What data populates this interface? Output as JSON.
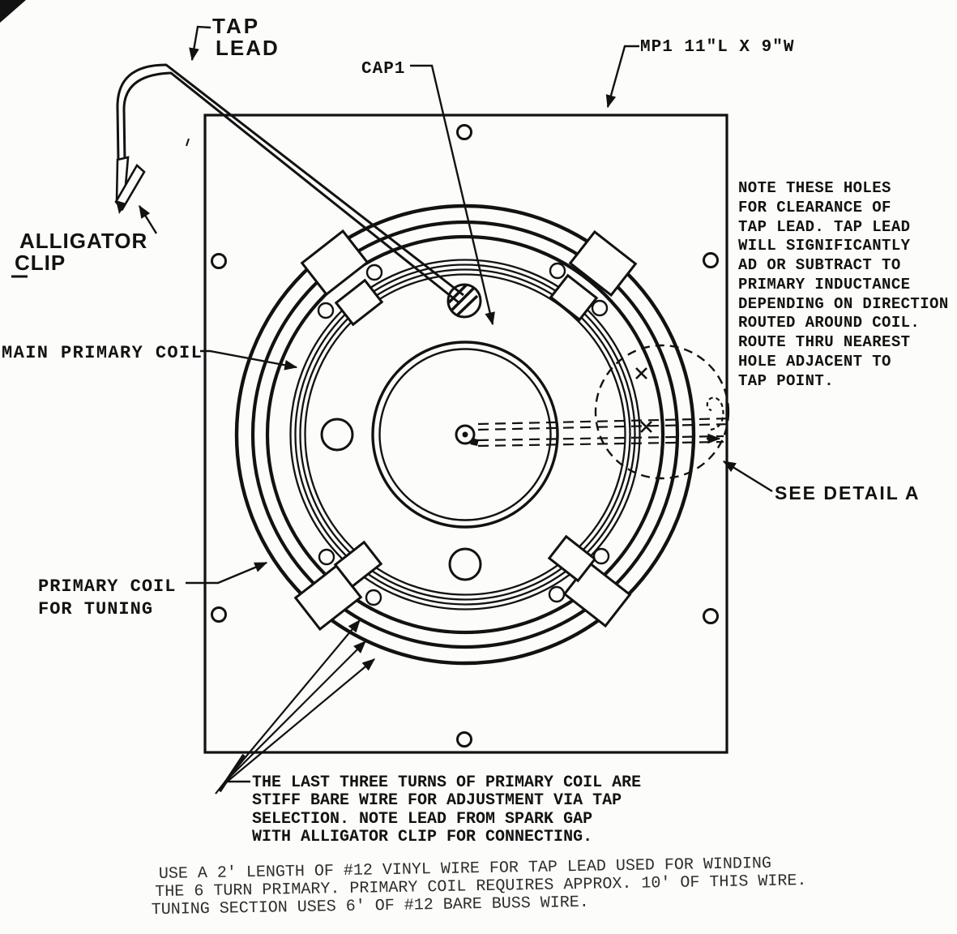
{
  "meta": {
    "drawing_title": "Tesla coil primary / mounting plate assembly drawing (scanned)"
  },
  "colors": {
    "paper": "#fcfcfa",
    "ink": "#121212",
    "ink_light": "#2e2e2e"
  },
  "labels": {
    "tap_lead": {
      "line1": "TAP",
      "line2": "LEAD"
    },
    "alligator": {
      "line1": "ALLIGATOR",
      "line2": "CLIP"
    },
    "cap1": "CAP1",
    "mp1": "MP1 11\"L X 9\"W",
    "main_primary": "MAIN PRIMARY COIL",
    "tuning": {
      "line1": "PRIMARY COIL",
      "line2": "FOR TUNING"
    },
    "see_detail": "SEE DETAIL A"
  },
  "clearance_note": {
    "lines": [
      "NOTE THESE HOLES",
      "FOR CLEARANCE OF",
      "TAP LEAD. TAP LEAD",
      "WILL SIGNIFICANTLY",
      "AD OR SUBTRACT TO",
      "PRIMARY INDUCTANCE",
      "DEPENDING ON DIRECTION",
      "ROUTED AROUND COIL.",
      "ROUTE THRU NEAREST",
      "HOLE ADJACENT TO",
      "TAP POINT."
    ]
  },
  "turns_note": {
    "lines": [
      "THE LAST THREE TURNS OF PRIMARY COIL ARE",
      "STIFF BARE WIRE FOR ADJUSTMENT VIA TAP",
      "SELECTION.  NOTE LEAD FROM SPARK GAP",
      "WITH ALLIGATOR CLIP FOR CONNECTING."
    ]
  },
  "wire_note": {
    "lines": [
      "USE A 2' LENGTH OF #12 VINYL WIRE FOR TAP LEAD USED FOR WINDING",
      "THE  6 TURN PRIMARY.  PRIMARY COIL REQUIRES APPROX. 10' OF THIS WIRE.",
      "TUNING SECTION USES 6' OF #12 BARE BUSS WIRE."
    ]
  }
}
